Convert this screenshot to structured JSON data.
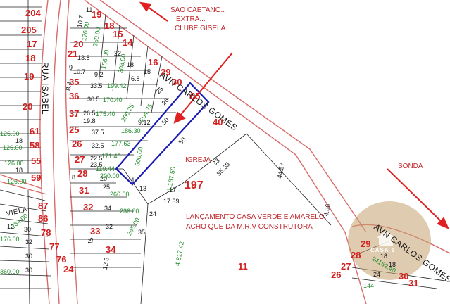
{
  "notes": {
    "top_right": [
      "SAO CAETANO..",
      "EXTRA...",
      "CLUBE GISELA."
    ],
    "sonda": "SONDA",
    "bottom": [
      "LANÇAMENTO CASA VERDE E AMARELO.",
      "ACHO QUE DA M.R.V CONSTRUTORA"
    ],
    "igreja": "IGREJA"
  },
  "streets": {
    "avn_carlos_gomes_upper": "AVN CARLOS GOMES",
    "avn_carlos_gomes_lower": "AVN CARLOS GOMES",
    "rua_isabel": "RUA ISABEL",
    "viela": "VIELA"
  },
  "lot_numbers": [
    "204",
    "205",
    "17",
    "18",
    "19",
    "20",
    "61",
    "58",
    "55",
    "59",
    "87",
    "86",
    "78",
    "77",
    "76",
    "24",
    "19",
    "18",
    "15",
    "14",
    "21",
    "20",
    "16",
    "35",
    "29",
    "30",
    "85",
    "40",
    "36",
    "37",
    "25",
    "26",
    "27",
    "28",
    "31",
    "32",
    "33",
    "34",
    "197",
    "11",
    "26",
    "27",
    "28",
    "29",
    "30",
    "31"
  ],
  "dimensions": [
    "10.7",
    "11",
    "8.4",
    "13.8",
    "9",
    "10.7",
    "9.2",
    "33.5",
    "30.5",
    "26.5",
    "19.8",
    "37.5",
    "32.5",
    "22.5",
    "23.5",
    "20",
    "25",
    "8",
    "11",
    "13",
    "17",
    "17.39",
    "34",
    "32",
    "15",
    "12.5",
    "50",
    "50",
    "26",
    "25",
    "33",
    "35.35",
    "44.57",
    "9.12",
    "6.8",
    "22",
    "18",
    "15",
    "18",
    "18",
    "35",
    "24",
    "4.36",
    "12",
    "30",
    "32",
    "30",
    "30",
    "24",
    "18",
    "18"
  ],
  "areas": [
    "176.00",
    "360.00",
    "156.00",
    "308.00",
    "199.42",
    "170.40",
    "175.40",
    "250.25",
    "204.75",
    "186.30",
    "177.63",
    "171.45",
    "119.44",
    "200.00",
    "266.00",
    "236.00",
    "245.00",
    "500.00",
    "1.167.50",
    "4.817.42",
    "126.00",
    "126.00",
    "126.00",
    "126.00",
    "134.00",
    "176.00",
    "360.00",
    "24162.40",
    "144"
  ],
  "watermark": {
    "text": "CASA 1",
    "color": "#c4a06e"
  },
  "colors": {
    "lot_number": "#d21f1f",
    "area": "#1f8a2a",
    "highlight": "#1a1ab5",
    "street_edge": "#d96a6a",
    "arrow": "#e02020"
  }
}
